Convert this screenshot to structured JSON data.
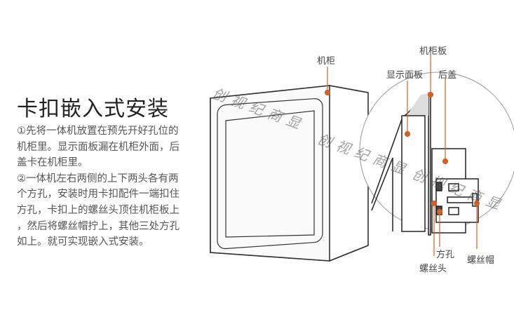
{
  "title": "卡扣嵌入式安装",
  "body_lines": [
    "①先将一体机放置在预先开好孔位的",
    "机柜里。显示面板漏在机柜外面，后",
    "盖卡在机柜里。",
    "②一体机左右两侧的上下两头各有两",
    "个方孔，安装时用卡扣配件一端扣住",
    "方孔，卡扣上的螺丝头顶住机柜板上",
    "，然后将螺丝帽拧上，其他三处方孔",
    "如上。就可实现嵌入式安装。"
  ],
  "labels": {
    "cabinet": "机柜",
    "cabinet_panel": "机柜板",
    "display_panel": "显示面板",
    "back_cover": "后盖",
    "square_hole": "方孔",
    "screw_head": "螺丝头",
    "screw_cap": "螺丝帽"
  },
  "watermark": "创视纪商显",
  "colors": {
    "accent": "#d2602a",
    "line": "#333333",
    "text": "#555555"
  }
}
